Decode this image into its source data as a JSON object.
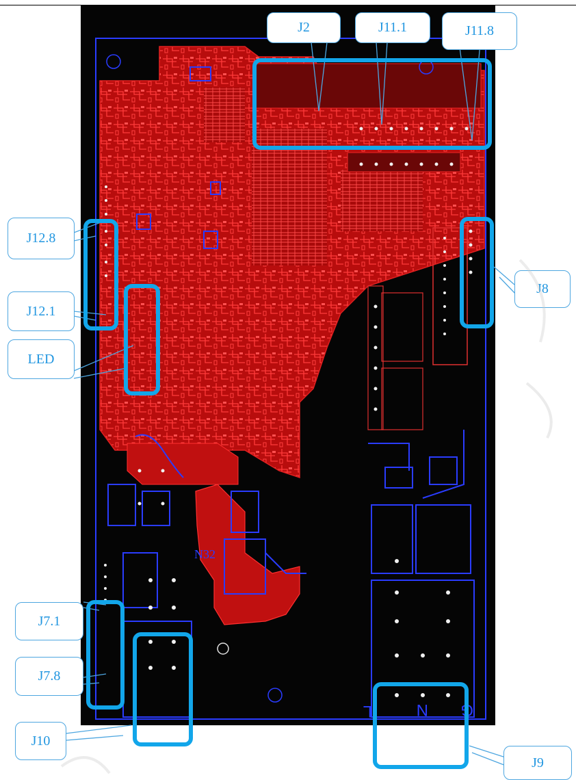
{
  "figure": {
    "board_text": {
      "n32": "N32",
      "terminal_n": "N",
      "terminal_g": "G",
      "terminal_l": "L"
    }
  },
  "callouts": [
    {
      "id": "j2",
      "label": "J2"
    },
    {
      "id": "j11-1",
      "label": "J11.1"
    },
    {
      "id": "j11-8",
      "label": "J11.8"
    },
    {
      "id": "j12-8",
      "label": "J12.8"
    },
    {
      "id": "j12-1",
      "label": "J12.1"
    },
    {
      "id": "led",
      "label": "LED"
    },
    {
      "id": "j8",
      "label": "J8"
    },
    {
      "id": "j7-1",
      "label": "J7.1"
    },
    {
      "id": "j7-8",
      "label": "J7.8"
    },
    {
      "id": "j10",
      "label": "J10"
    },
    {
      "id": "j9",
      "label": "J9"
    }
  ],
  "colors": {
    "copper_red": "#c01010",
    "trace_red": "#ff2a2a",
    "trace_blue": "#2a3cff",
    "highlight": "#12a6ea",
    "callout_text": "#2196e0",
    "board_bg": "#050505"
  }
}
